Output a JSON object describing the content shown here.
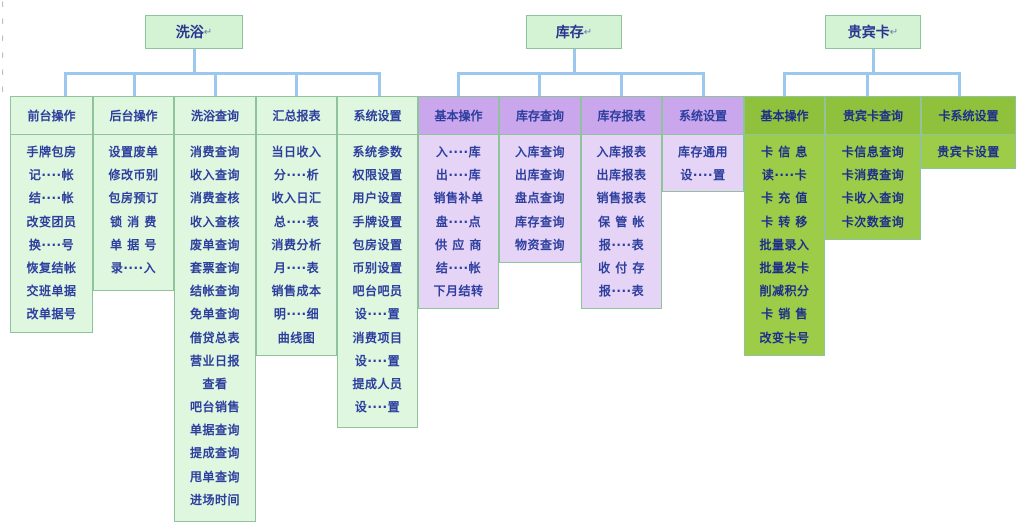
{
  "top_nodes": [
    {
      "label": "洗浴"
    },
    {
      "label": "库存"
    },
    {
      "label": "贵宾卡"
    }
  ],
  "columns": [
    {
      "header": "前台操作",
      "items": [
        "手牌包房",
        "记····帐",
        "结····帐",
        "改变团员",
        "换····号",
        "恢复结帐",
        "交班单据",
        "改单据号"
      ]
    },
    {
      "header": "后台操作",
      "items": [
        "设置废单",
        "修改币别",
        "包房预订",
        "锁 消 费",
        "单 据 号",
        "录····入"
      ]
    },
    {
      "header": "洗浴查询",
      "items": [
        "消费查询",
        "收入查询",
        "消费查核",
        "收入查核",
        "废单查询",
        "套票查询",
        "结帐查询",
        "免单查询",
        "借贷总表",
        "营业日报",
        "查看",
        "吧台销售",
        "单据查询",
        "提成查询",
        "甩单查询",
        "进场时间"
      ]
    },
    {
      "header": "汇总报表",
      "items": [
        "当日收入",
        "分····析",
        "收入日汇",
        "总····表",
        "消费分析",
        "月····表",
        "销售成本",
        "明····细",
        "曲线图"
      ]
    },
    {
      "header": "系统设置",
      "items": [
        "系统参数",
        "权限设置",
        "用户设置",
        "手牌设置",
        "包房设置",
        "币别设置",
        "吧台吧员",
        "设····置",
        "消费项目",
        "设····置",
        "提成人员",
        "设····置"
      ]
    },
    {
      "header": "基本操作",
      "items": [
        "入····库",
        "出····库",
        "销售补单",
        "盘····点",
        "供 应 商",
        "结····帐",
        "下月结转"
      ]
    },
    {
      "header": "库存查询",
      "items": [
        "入库查询",
        "出库查询",
        "盘点查询",
        "库存查询",
        "物资查询"
      ]
    },
    {
      "header": "库存报表",
      "items": [
        "入库报表",
        "出库报表",
        "销售报表",
        "保 管 帐",
        "报····表",
        "收 付 存",
        "报····表"
      ]
    },
    {
      "header": "系统设置",
      "items": [
        "库存通用",
        "设····置"
      ]
    },
    {
      "header": "基本操作",
      "items": [
        "卡 信 息",
        "读····卡",
        "卡 充 值",
        "卡 转 移",
        "批量录入",
        "批量发卡",
        "削减积分",
        "卡 销 售",
        "改变卡号"
      ]
    },
    {
      "header": "贵宾卡查询",
      "items": [
        "卡信息查询",
        "卡消费查询",
        "卡收入查询",
        "卡次数查询"
      ]
    },
    {
      "header": "卡系统设置",
      "items": [
        "贵宾卡设置"
      ]
    }
  ],
  "colors": {
    "green": "#dff6df",
    "purple": "#e6d4f7",
    "lime": "#9ccc48",
    "connector": "#9cc7ee"
  }
}
